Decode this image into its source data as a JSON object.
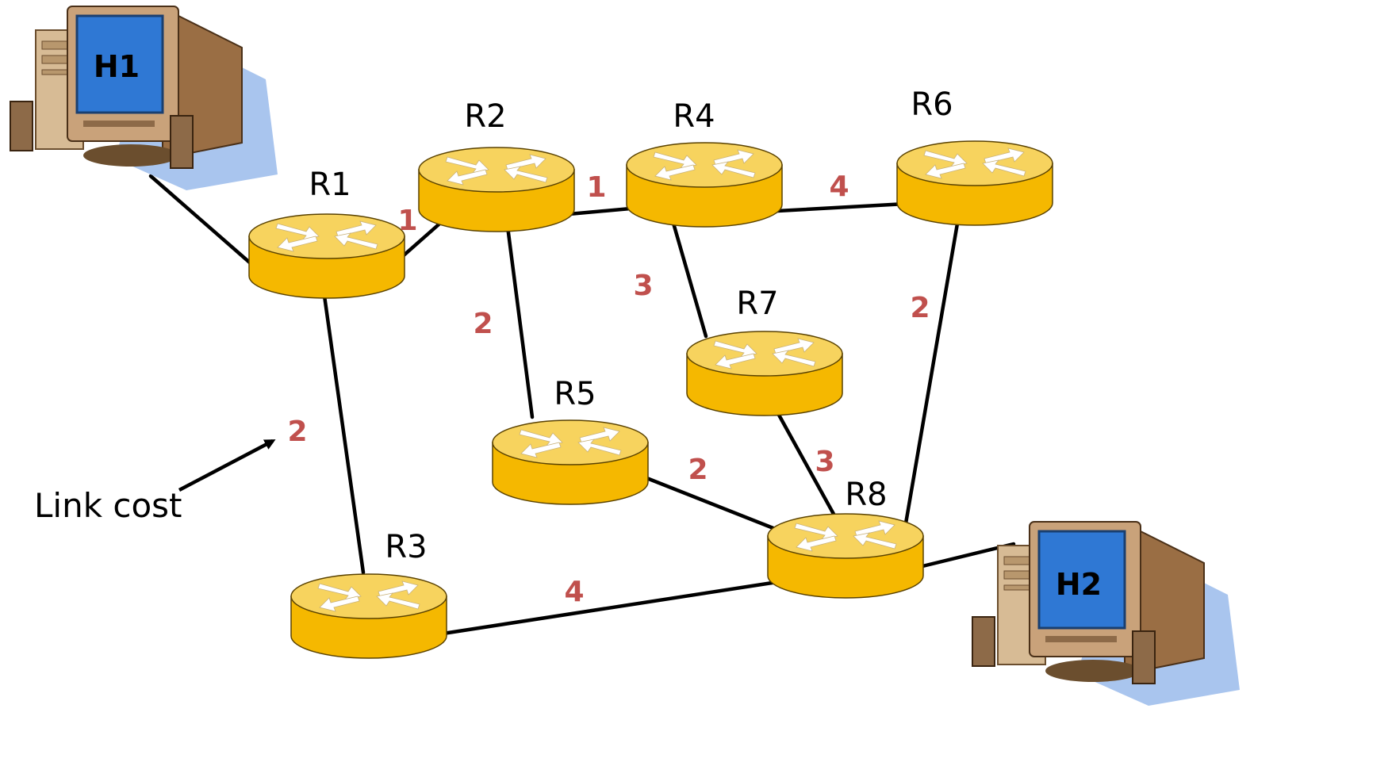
{
  "colors": {
    "router_body": "#f5b800",
    "router_top": "#f7d35e",
    "router_stroke": "#5a4200",
    "arrow": "#ffffff",
    "link": "#000000",
    "cost": "#c0504d",
    "screen": "#2f78d4",
    "monitor_case": "#c9a27a",
    "shadow": "#a9c5ee"
  },
  "hosts": [
    {
      "id": "h1",
      "label": "H1",
      "icon": "desktop-computer-icon"
    },
    {
      "id": "h2",
      "label": "H2",
      "icon": "desktop-computer-icon"
    }
  ],
  "routers": [
    {
      "id": "r1",
      "label": "R1",
      "icon": "router-icon"
    },
    {
      "id": "r2",
      "label": "R2",
      "icon": "router-icon"
    },
    {
      "id": "r3",
      "label": "R3",
      "icon": "router-icon"
    },
    {
      "id": "r4",
      "label": "R4",
      "icon": "router-icon"
    },
    {
      "id": "r5",
      "label": "R5",
      "icon": "router-icon"
    },
    {
      "id": "r6",
      "label": "R6",
      "icon": "router-icon"
    },
    {
      "id": "r7",
      "label": "R7",
      "icon": "router-icon"
    },
    {
      "id": "r8",
      "label": "R8",
      "icon": "router-icon"
    }
  ],
  "links": [
    {
      "from": "h1",
      "to": "r1",
      "cost": ""
    },
    {
      "from": "r1",
      "to": "r2",
      "cost": "1"
    },
    {
      "from": "r2",
      "to": "r4",
      "cost": "1"
    },
    {
      "from": "r4",
      "to": "r6",
      "cost": "4"
    },
    {
      "from": "r1",
      "to": "r3",
      "cost": "2"
    },
    {
      "from": "r2",
      "to": "r5",
      "cost": "2"
    },
    {
      "from": "r4",
      "to": "r7",
      "cost": "3"
    },
    {
      "from": "r6",
      "to": "r8",
      "cost": "2"
    },
    {
      "from": "r7",
      "to": "r8",
      "cost": "3"
    },
    {
      "from": "r5",
      "to": "r8",
      "cost": "2"
    },
    {
      "from": "r3",
      "to": "r8",
      "cost": "4"
    },
    {
      "from": "r8",
      "to": "h2",
      "cost": ""
    }
  ],
  "legend": {
    "label": "Link cost"
  }
}
